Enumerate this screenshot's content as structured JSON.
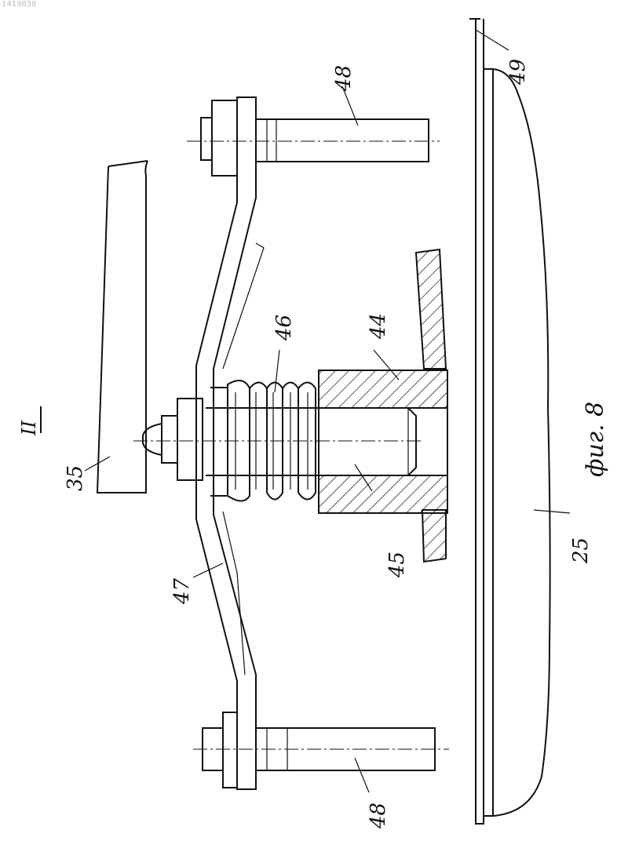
{
  "drawing": {
    "watermark": "1419838",
    "section_mark": "II",
    "figure_caption": "фиг. 8",
    "labels": {
      "p35": "35",
      "p44": "44",
      "p45": "45",
      "p46": "46",
      "p47": "47",
      "p48_top": "48",
      "p48_bottom": "48",
      "p49": "49",
      "p25": "25"
    }
  }
}
